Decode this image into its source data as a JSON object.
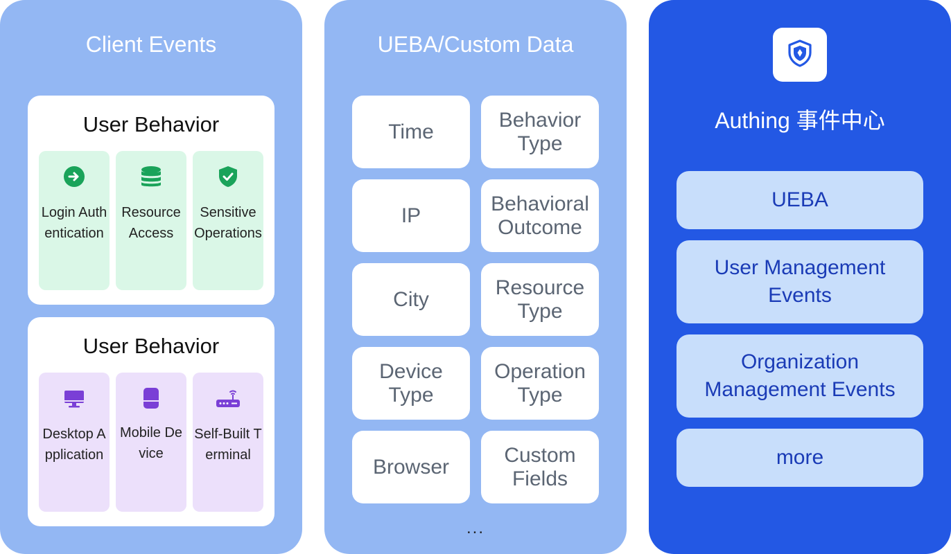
{
  "client_events": {
    "title": "Client Events",
    "cards": [
      {
        "title": "User Behavior",
        "items": [
          {
            "label": "Login Authentication",
            "icon": "login-arrow-icon"
          },
          {
            "label": "Resource Access",
            "icon": "database-icon"
          },
          {
            "label": "Sensitive Operations",
            "icon": "shield-check-icon"
          }
        ],
        "tile_color": "#daf7e7",
        "icon_color": "#1aa35a"
      },
      {
        "title": "User Behavior",
        "items": [
          {
            "label": "Desktop Application",
            "icon": "desktop-monitor-icon"
          },
          {
            "label": "Mobile Device",
            "icon": "mobile-device-icon"
          },
          {
            "label": "Self-Built Terminal",
            "icon": "router-terminal-icon"
          }
        ],
        "tile_color": "#ece0fb",
        "icon_color": "#7a3fd6"
      }
    ]
  },
  "ueba_data": {
    "title": "UEBA/Custom Data",
    "fields": [
      "Time",
      "Behavior Type",
      "IP",
      "Behavioral Outcome",
      "City",
      "Resource Type",
      "Device Type",
      "Operation Type",
      "Browser",
      "Custom Fields"
    ],
    "ellipsis": "..."
  },
  "event_center": {
    "logo_icon": "shield-logo-icon",
    "title": "Authing 事件中心",
    "events": [
      "UEBA",
      "User Management Events",
      "Organization Management Events",
      "more"
    ]
  },
  "colors": {
    "panel_light": "#93b7f3",
    "panel_dark": "#2358e4",
    "event_box": "#c8defb",
    "event_text": "#1a3bb6"
  }
}
